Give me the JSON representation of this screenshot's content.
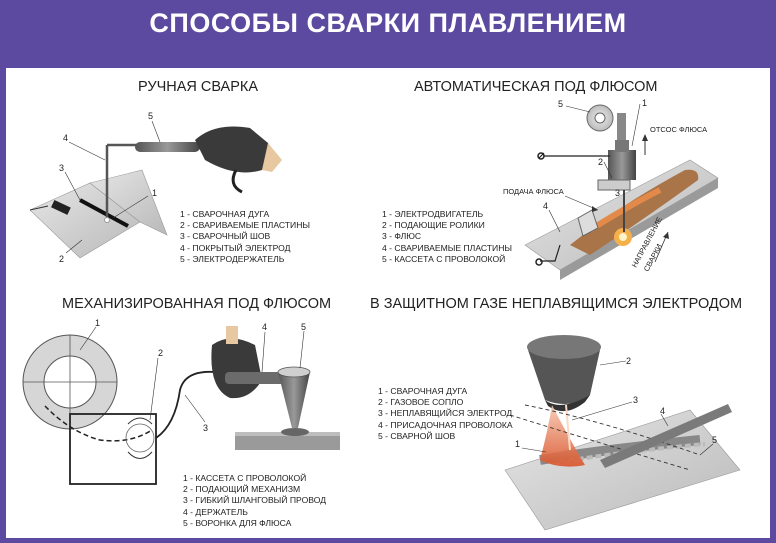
{
  "title": "СПОСОБЫ СВАРКИ ПЛАВЛЕНИЕМ",
  "sections": {
    "manual": {
      "title": "РУЧНАЯ СВАРКА",
      "legend": [
        "1 - СВАРОЧНАЯ ДУГА",
        "2 - СВАРИВАЕМЫЕ ПЛАСТИНЫ",
        "3 - СВАРОЧНЫЙ ШОВ",
        "4 - ПОКРЫТЫЙ ЭЛЕКТРОД",
        "5 - ЭЛЕКТРОДЕРЖАТЕЛЬ"
      ],
      "callouts": [
        "1",
        "2",
        "3",
        "4",
        "5"
      ]
    },
    "auto_flux": {
      "title": "АВТОМАТИЧЕСКАЯ ПОД ФЛЮСОМ",
      "legend": [
        "1 - ЭЛЕКТРОДВИГАТЕЛЬ",
        "2 - ПОДАЮЩИЕ РОЛИКИ",
        "3 - ФЛЮС",
        "4 - СВАРИВАЕМЫЕ ПЛАСТИНЫ",
        "5 - КАССЕТА С ПРОВОЛОКОЙ"
      ],
      "callouts": [
        "1",
        "2",
        "3",
        "4",
        "5"
      ],
      "labels": {
        "flux_suction": "ОТСОС ФЛЮСА",
        "flux_feed": "ПОДАЧА ФЛЮСА",
        "direction_1": "НАПРАВЛЕНИЕ",
        "direction_2": "СВАРКИ"
      }
    },
    "mech_flux": {
      "title": "МЕХАНИЗИРОВАННАЯ ПОД ФЛЮСОМ",
      "legend": [
        "1 - КАССЕТА С ПРОВОЛОКОЙ",
        "2 - ПОДАЮЩИЙ МЕХАНИЗМ",
        "3 - ГИБКИЙ ШЛАНГОВЫЙ ПРОВОД",
        "4 - ДЕРЖАТЕЛЬ",
        "5 - ВОРОНКА ДЛЯ ФЛЮСА"
      ],
      "callouts": [
        "1",
        "2",
        "3",
        "4",
        "5"
      ]
    },
    "tig": {
      "title": "В ЗАЩИТНОМ ГАЗЕ НЕПЛАВЯЩИМСЯ ЭЛЕКТРОДОМ",
      "legend": [
        "1 - СВАРОЧНАЯ ДУГА",
        "2 - ГАЗОВОЕ СОПЛО",
        "3 - НЕПЛАВЯЩИЙСЯ ЭЛЕКТРОД",
        "4 - ПРИСАДОЧНАЯ ПРОВОЛОКА",
        "5 - СВАРНОЙ ШОВ"
      ],
      "callouts": [
        "1",
        "2",
        "3",
        "4",
        "5"
      ]
    }
  }
}
